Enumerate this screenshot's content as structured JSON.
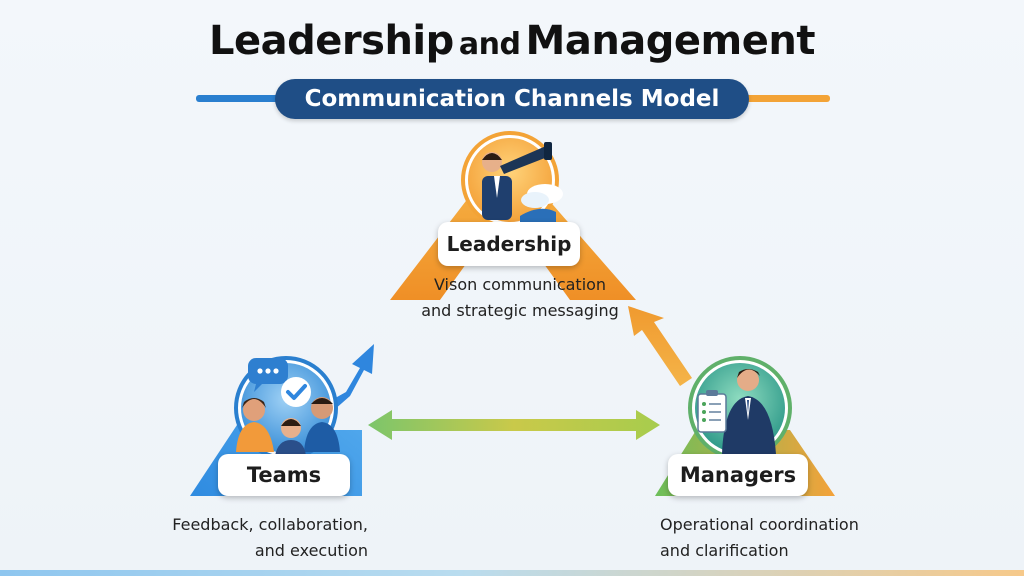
{
  "title": {
    "main1": "Leadership",
    "connector": "and",
    "main2": "Management"
  },
  "subtitle": "Communication Channels Model",
  "nodes": {
    "leadership": {
      "label": "Leadership",
      "desc_line1": "Vison communication",
      "desc_line2": "and strategic messaging",
      "icon": "executive-with-telescope-icon"
    },
    "teams": {
      "label": "Teams",
      "desc_line1": "Feedback, collaboration,",
      "desc_line2": "and execution",
      "icon": "team-chat-icon"
    },
    "managers": {
      "label": "Managers",
      "desc_line1": "Operational coordination",
      "desc_line2": "and clarification",
      "icon": "manager-with-checklist-icon"
    }
  },
  "colors": {
    "navy": "#1f4e86",
    "blue": "#2a7fcf",
    "orange": "#f3a336",
    "green": "#6cbf5a"
  }
}
